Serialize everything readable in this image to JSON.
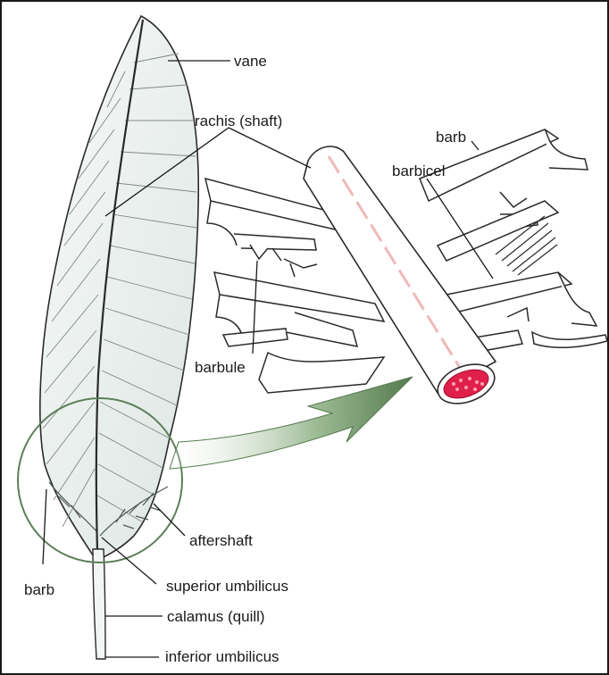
{
  "title": "",
  "labels": {
    "vane": "vane",
    "rachis": "rachis (shaft)",
    "barb_detail": "barb",
    "barbicel": "barbicel",
    "barbule": "barbule",
    "aftershaft": "aftershaft",
    "barb_feather": "barb",
    "superior_umbilicus": "superior umbilicus",
    "calamus": "calamus (quill)",
    "inferior_umbilicus": "inferior umbilicus"
  },
  "colors": {
    "outline": "#2a2a2a",
    "feather_fill": "#eef2f0",
    "zoom_circle": "#5c7f58",
    "arrow_fill": "#6f9467",
    "pith": "#e0204a",
    "shaft_stripe": "#f0b8b8"
  }
}
